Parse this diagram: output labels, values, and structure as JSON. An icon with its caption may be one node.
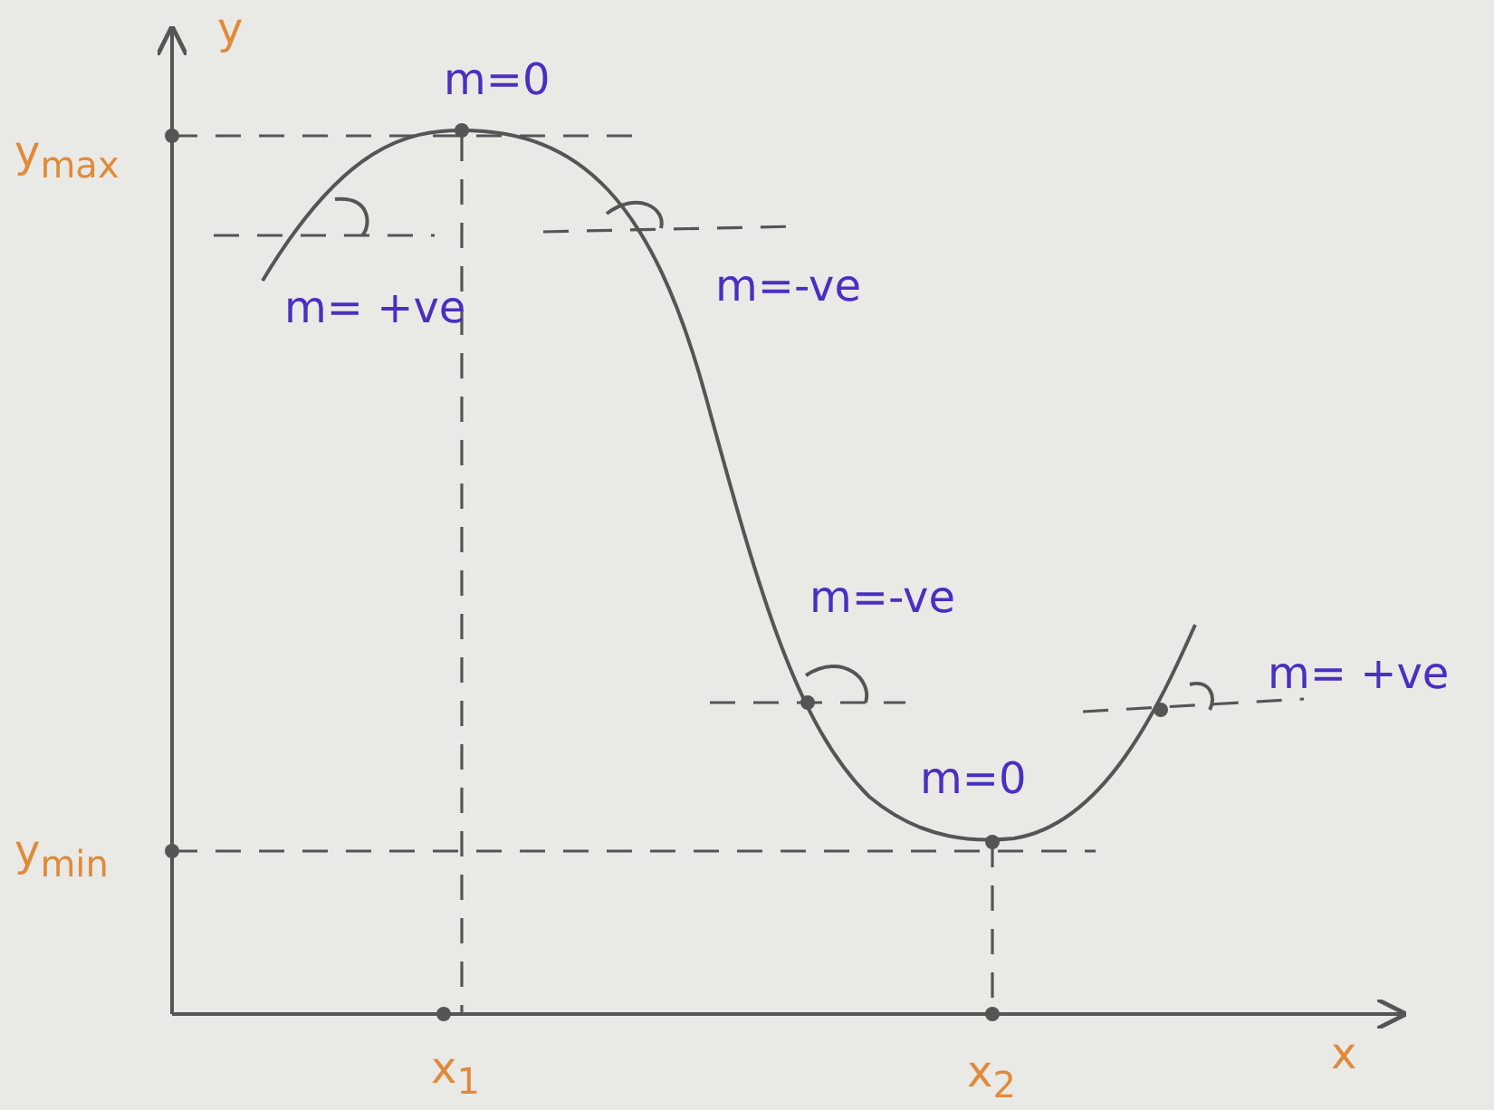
{
  "diagram": {
    "labels": [
      "y",
      "m=0",
      "y$_{max}$",
      "m= +ve",
      "m=-ve",
      "m=-ve",
      "m= +ve",
      "m=0",
      "y$_{min}$",
      "x$_{1}$",
      "x",
      "x$_{2}$"
    ]
  }
}
